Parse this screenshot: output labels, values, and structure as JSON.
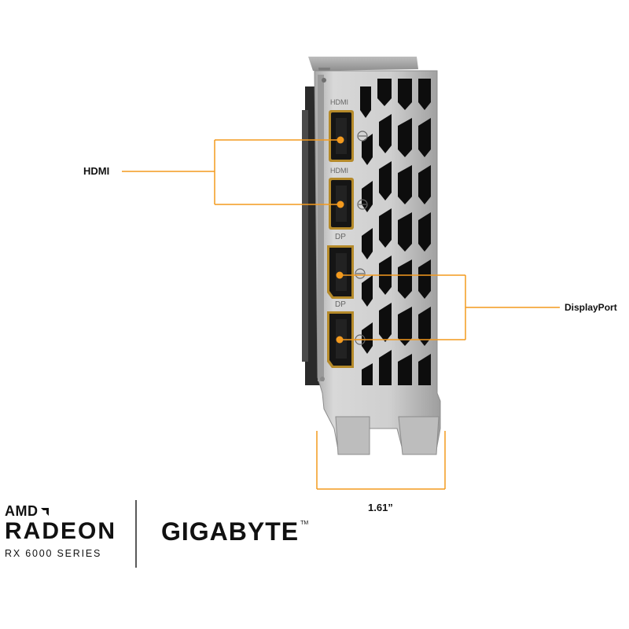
{
  "callouts": {
    "hdmi": "HDMI",
    "displayport": "DisplayPort",
    "width": "1.61”"
  },
  "bracket_labels": [
    "HDMI",
    "HDMI",
    "DP",
    "DP"
  ],
  "branding": {
    "amd": "AMD",
    "radeon": "RADEON",
    "series": "RX 6000 SERIES",
    "gigabyte": "GIGABYTE",
    "trademark": "TM"
  },
  "colors": {
    "accent": "#f39a1e",
    "bracket": "#c9c9c9",
    "port": "#151515",
    "port_gold": "#b58a2a"
  }
}
